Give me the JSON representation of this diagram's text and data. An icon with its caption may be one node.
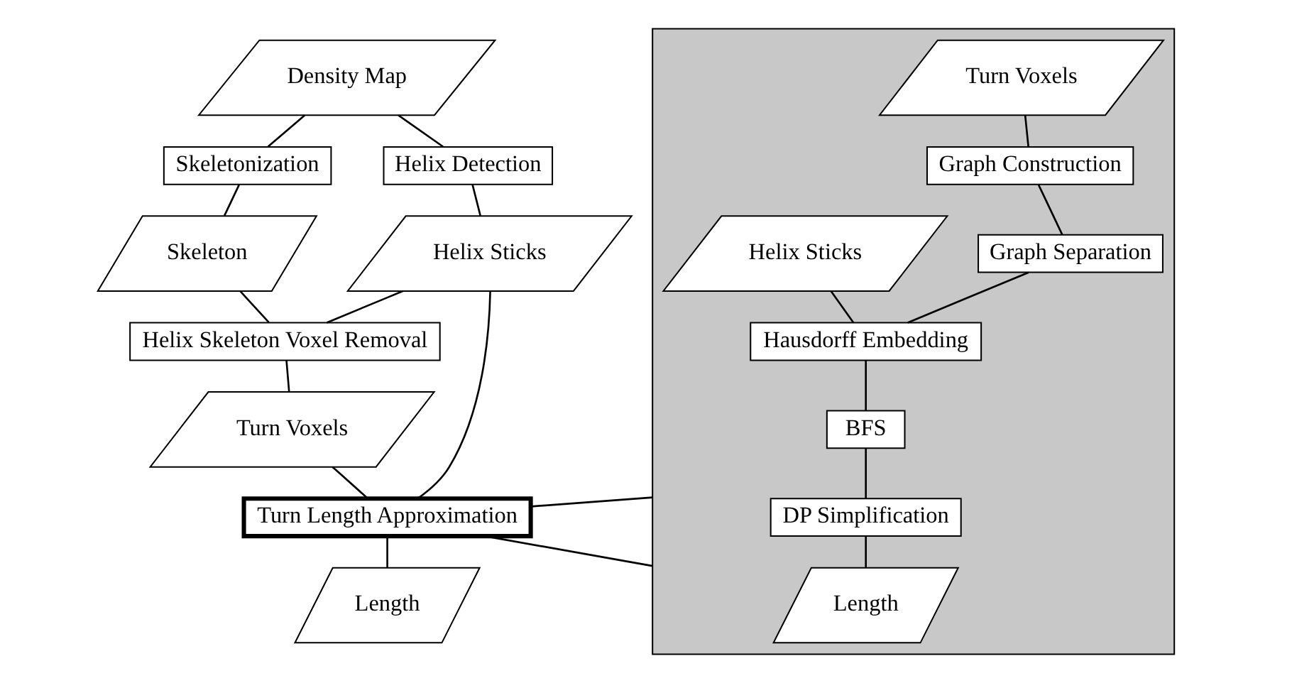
{
  "diagram": {
    "nodes": [
      {
        "text": [
          "Density Map"
        ]
      },
      {
        "text": [
          "Skeletonization"
        ]
      },
      {
        "text": [
          "Helix Detection"
        ]
      },
      {
        "text": [
          "Skeleton"
        ]
      },
      {
        "text": [
          "Helix Sticks"
        ]
      },
      {
        "text": [
          "Helix Skeleton Voxel Removal"
        ]
      },
      {
        "text": [
          "Turn Voxels"
        ]
      },
      {
        "text": [
          "Turn Length Approximation"
        ]
      },
      {
        "text": [
          "Length"
        ]
      },
      {
        "text": [],
        "shape": "box"
      },
      {
        "text": [
          "Turn Voxels"
        ],
        "in": 9
      },
      {
        "text": [
          "Helix Sticks"
        ],
        "in": 9
      },
      {
        "text": [
          "Graph Construction"
        ],
        "in": 9
      },
      {
        "text": [
          "Graph Separation"
        ],
        "in": 9
      },
      {
        "text": [
          "Hausdorff Embedding"
        ],
        "in": 9
      },
      {
        "text": [
          "BFS"
        ],
        "in": 9
      },
      {
        "text": [
          "DP Simplification"
        ],
        "in": 9
      },
      {
        "text": [
          "Length"
        ],
        "in": 9
      }
    ],
    "edges": [
      {
        "from": 0,
        "to": 1,
        "arrow": "none"
      },
      {
        "from": 0,
        "to": 2,
        "arrow": "none"
      },
      {
        "from": 1,
        "to": 3,
        "arrow": "none"
      },
      {
        "from": 2,
        "to": 4,
        "arrow": "none"
      },
      {
        "from": 3,
        "to": 5,
        "arrow": "none"
      },
      {
        "from": 4,
        "to": 5,
        "arrow": "none"
      },
      {
        "from": 5,
        "to": 6,
        "arrow": "none"
      },
      {
        "from": 6,
        "to": 7,
        "arrow": "none"
      },
      {
        "from": 4,
        "to": 7,
        "arrow": "none"
      },
      {
        "from": 7,
        "to": 8,
        "arrow": "none"
      },
      {
        "from": 7,
        "to": 9,
        "arrow": "none"
      },
      {
        "from": 7,
        "to": 9,
        "arrow": "none"
      },
      {
        "from": 10,
        "to": 12,
        "arrow": "none"
      },
      {
        "from": 12,
        "to": 13,
        "arrow": "none"
      },
      {
        "from": 13,
        "to": 14,
        "arrow": "none"
      },
      {
        "from": 11,
        "to": 14,
        "arrow": "none"
      },
      {
        "from": 14,
        "to": 15,
        "arrow": "none"
      },
      {
        "from": 15,
        "to": 16,
        "arrow": "none"
      },
      {
        "from": 16,
        "to": 17,
        "arrow": "none"
      }
    ]
  }
}
